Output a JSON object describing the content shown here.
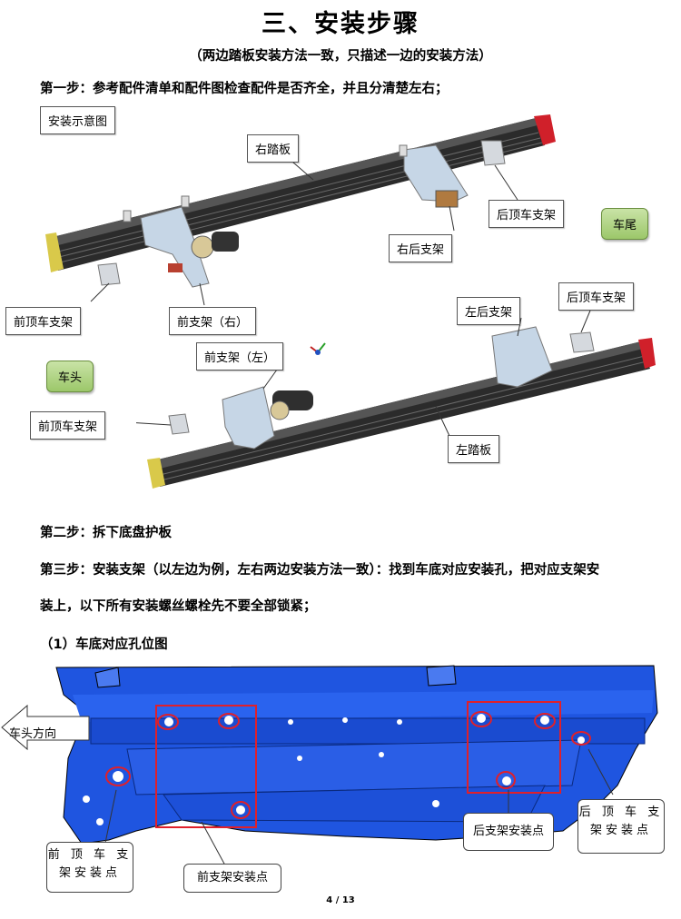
{
  "title": "三、安装步骤",
  "subtitle": "（两边踏板安装方法一致，只描述一边的安装方法）",
  "step1": "第一步：参考配件清单和配件图检查配件是否齐全，并且分清楚左右；",
  "diagram_labels": {
    "install_diagram": "安装示意图",
    "right_board": "右踏板",
    "right_rear_bracket": "右后支架",
    "rear_top_bracket_1": "后顶车支架",
    "car_tail": "车尾",
    "front_top_bracket_1": "前顶车支架",
    "front_bracket_right": "前支架（右）",
    "left_rear_bracket": "左后支架",
    "rear_top_bracket_2": "后顶车支架",
    "car_head": "车头",
    "front_bracket_left": "前支架（左）",
    "front_top_bracket_2": "前顶车支架",
    "left_board": "左踏板"
  },
  "step2": "第二步：拆下底盘护板",
  "step3_line1": "第三步：安装支架（以左边为例，左右两边安装方法一致）：找到车底对应安装孔，把对应支架安",
  "step3_line2": "装上，以下所有安装螺丝螺栓先不要全部锁紧；",
  "sub1": "（1）车底对应孔位图",
  "photo_labels": {
    "car_head_direction": "车头方向",
    "front_top_point": "前 顶 车 支 架安装点",
    "front_bracket_point": "前支架安装点",
    "rear_bracket_point": "后支架安装点",
    "rear_top_point": "后 顶 车 支 架安装点"
  },
  "page_number": "4 / 13"
}
